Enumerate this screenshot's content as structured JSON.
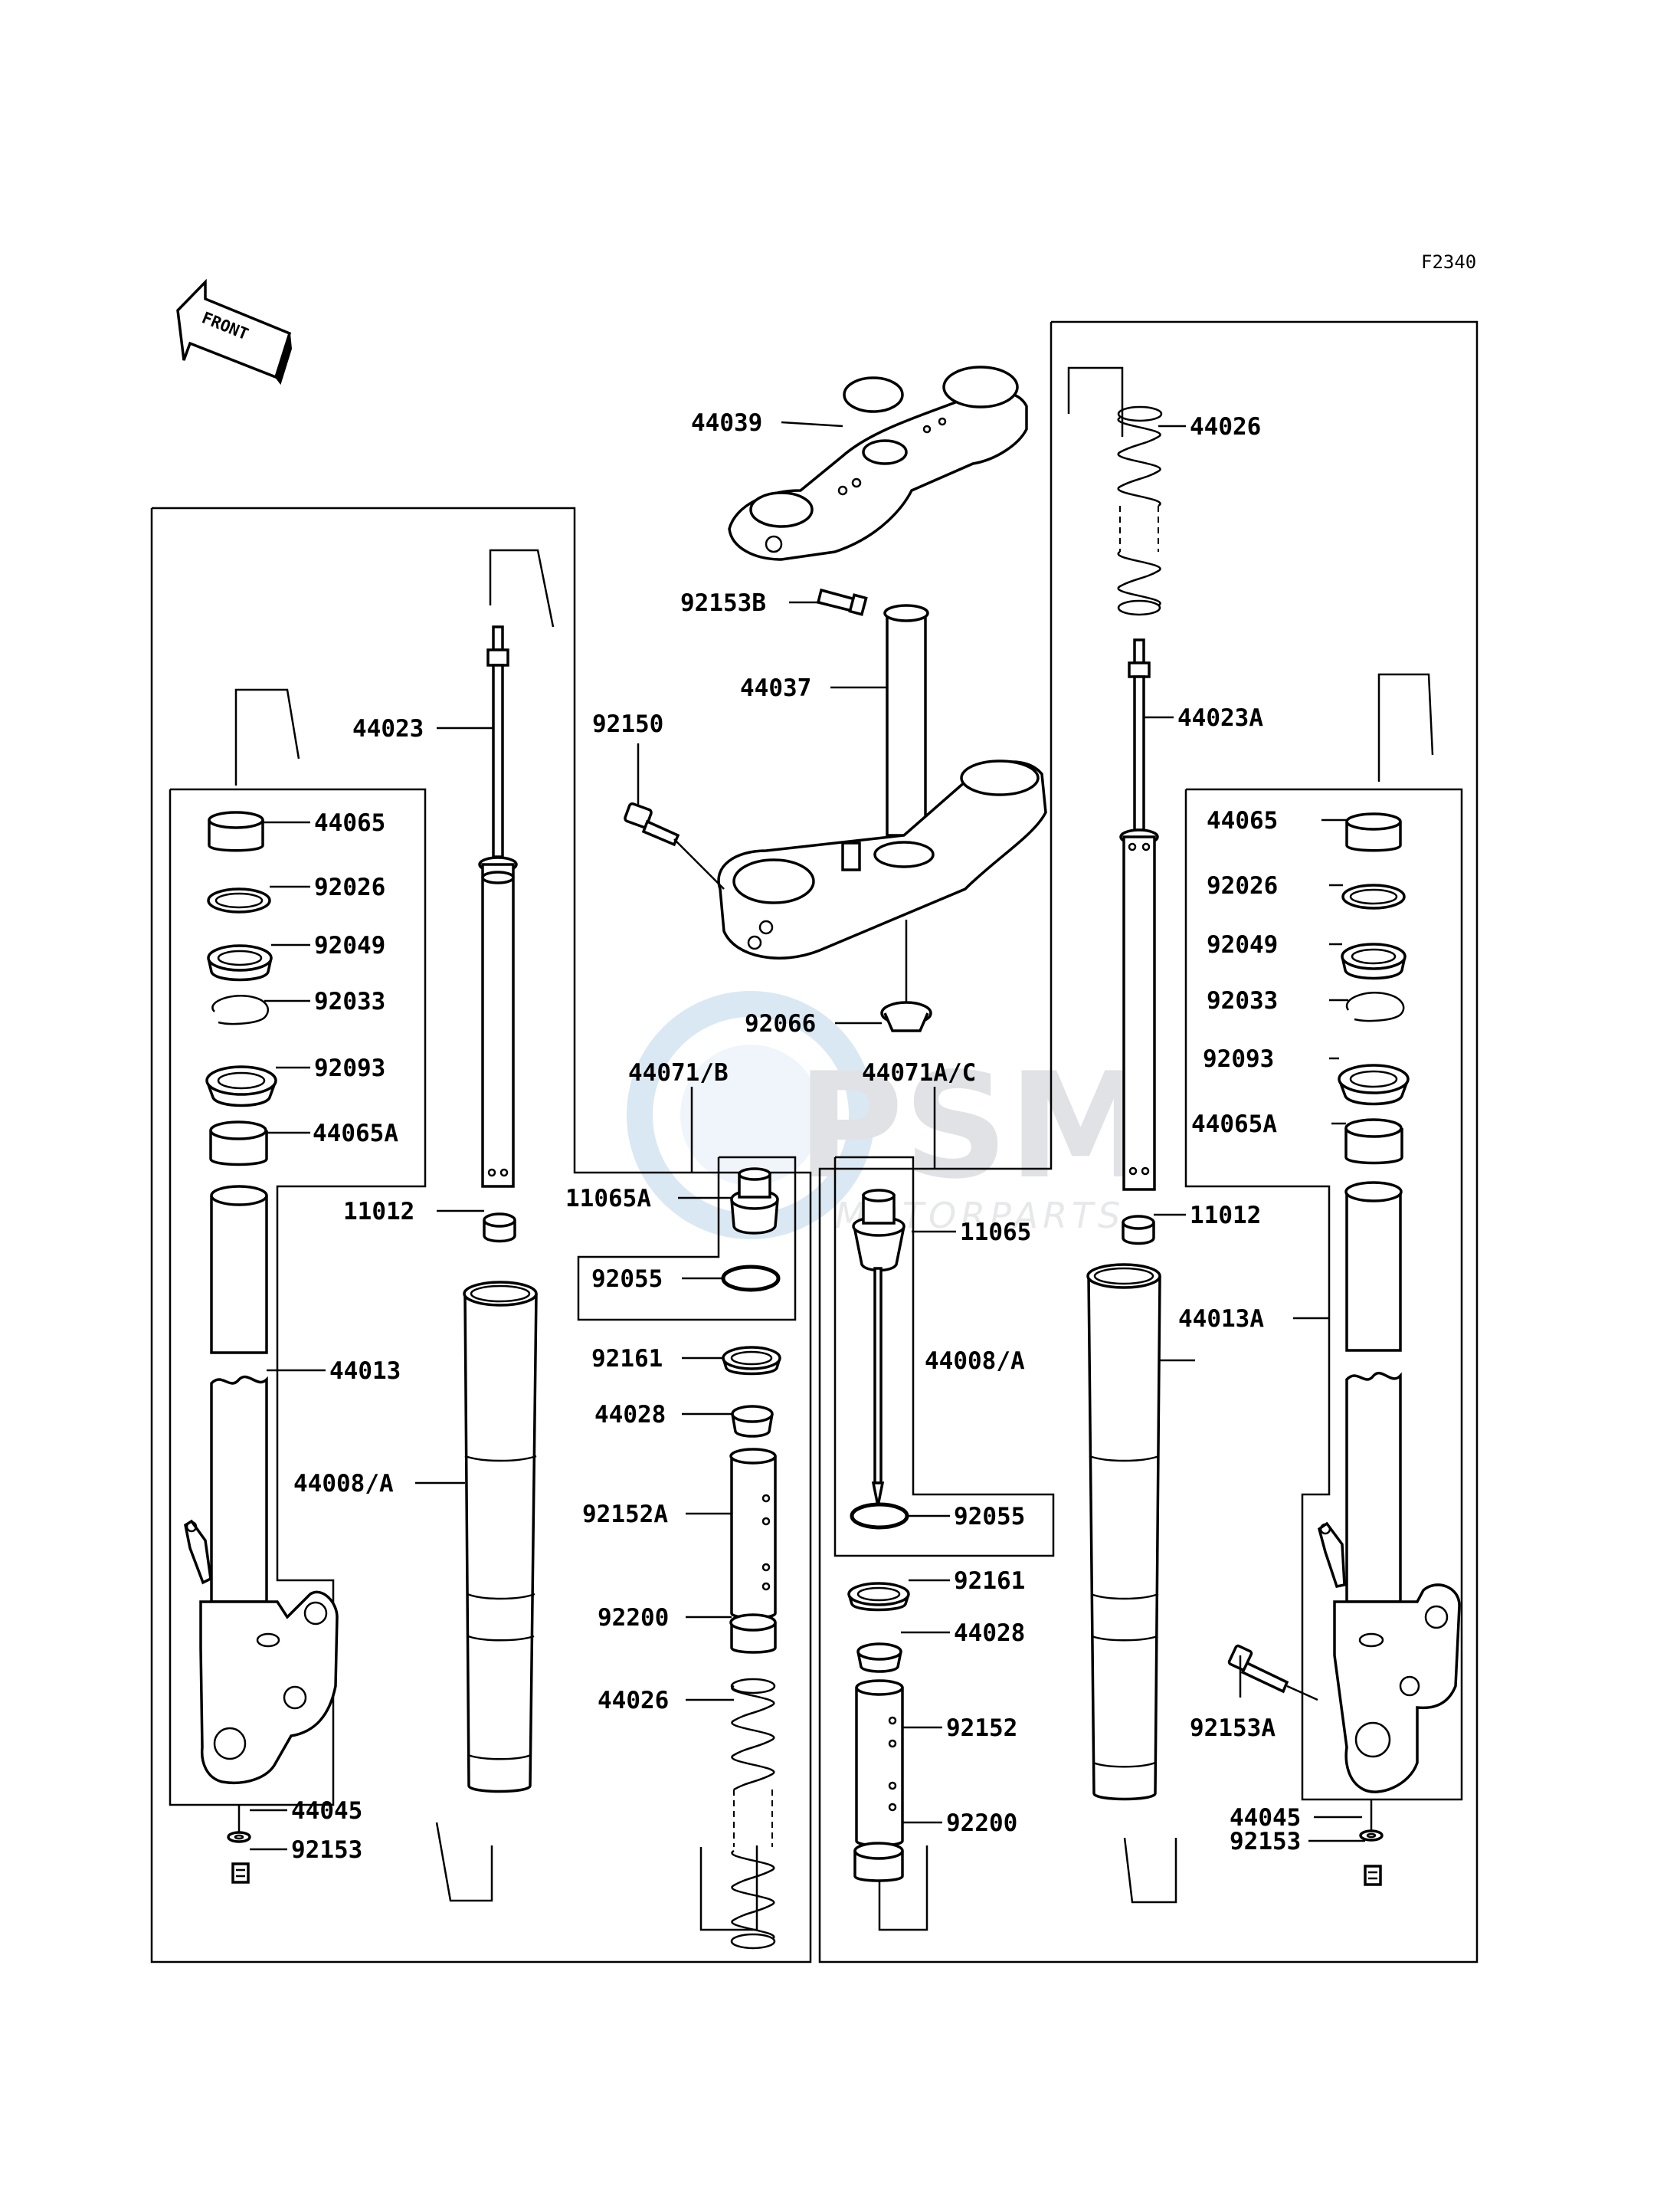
{
  "figure_code": "F2340",
  "front_arrow": {
    "text": "FRONT"
  },
  "watermark": {
    "brand": "PSM",
    "sub": "MOTORPARTS"
  },
  "parts": {
    "top_clamp": "44039",
    "bolt_top": "92153B",
    "steering_stem": "44037",
    "bolt_stem": "92150",
    "stem_seal": "92066",
    "left_assy": "44071/B",
    "right_assy": "44071A/C",
    "l_damper_rod": "44023",
    "l_bush": "44065",
    "l_washer": "92026",
    "l_oil_seal": "92049",
    "l_clip": "92033",
    "l_dust_seal": "92093",
    "l_bush_a": "44065A",
    "l_ring": "11012",
    "l_outer_tube": "44013",
    "l_inner_tube": "44008/A",
    "l_gasket": "44045",
    "l_bolt": "92153",
    "l_cap": "11065A",
    "l_oring": "92055",
    "l_ring2": "92161",
    "l_seat": "44028",
    "l_pipe": "92152A",
    "l_collar": "92200",
    "l_spring": "44026",
    "r_spring_top": "44026",
    "r_damper_rod": "44023A",
    "r_bush": "44065",
    "r_washer": "92026",
    "r_oil_seal": "92049",
    "r_clip": "92033",
    "r_dust_seal": "92093",
    "r_bush_a": "44065A",
    "r_ring": "11012",
    "r_cap": "11065",
    "r_outer_tube": "44013A",
    "r_inner_tube": "44008/A",
    "r_oring": "92055",
    "r_ring2": "92161",
    "r_seat": "44028",
    "r_pipe": "92152",
    "r_bolt_a": "92153A",
    "r_collar": "92200",
    "r_gasket": "44045",
    "r_bolt": "92153"
  }
}
